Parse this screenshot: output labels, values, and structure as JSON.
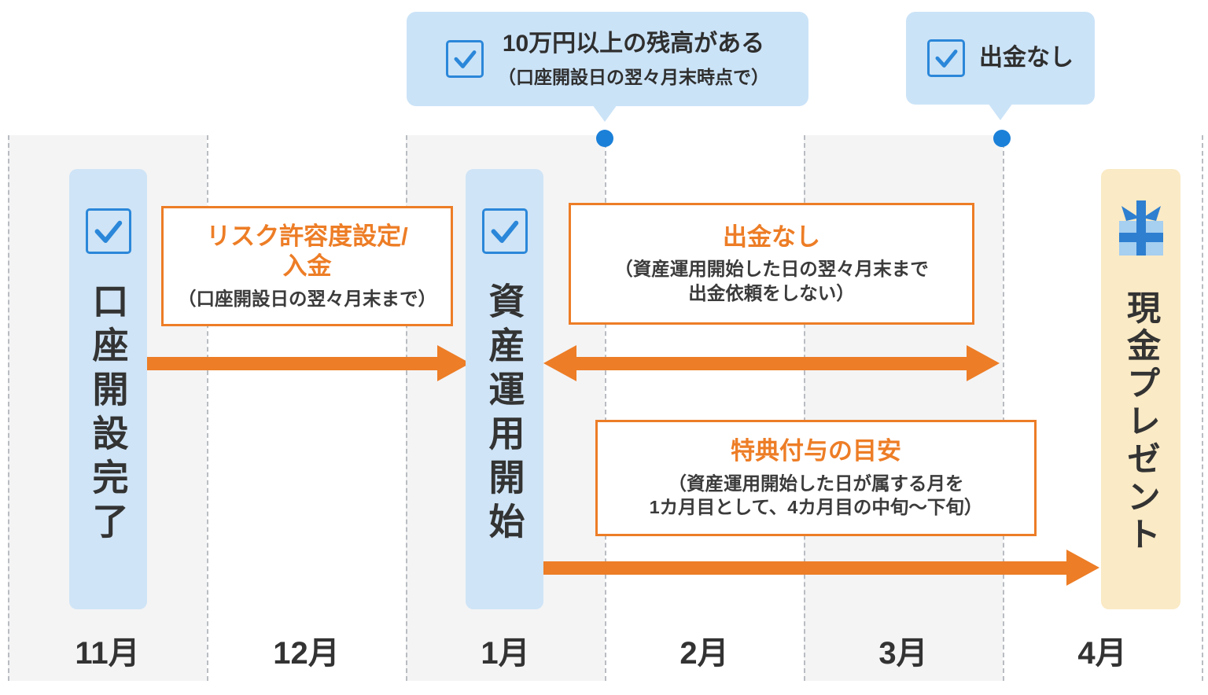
{
  "colors": {
    "accent_orange": "#ed7d26",
    "bubble_blue": "#cbe3f7",
    "pillar_blue": "#cfe4f6",
    "pillar_yellow": "#faeac5",
    "dot_blue": "#1b80d8",
    "checkbox_blue": "#2b87d9",
    "column_gray": "#f4f4f5",
    "text_dark": "#333333"
  },
  "timeline": {
    "months": [
      "11月",
      "12月",
      "1月",
      "2月",
      "3月",
      "4月"
    ]
  },
  "bubbles": [
    {
      "title": "10万円以上の残高がある",
      "subtitle": "（口座開設日の翌々月末時点で）"
    },
    {
      "title": "出金なし"
    }
  ],
  "pillars": [
    {
      "label": "口座開設完了"
    },
    {
      "label": "資産運用開始"
    },
    {
      "label": "現金プレゼント"
    }
  ],
  "callouts": [
    {
      "title_line1": "リスク許容度設定/",
      "title_line2": "入金",
      "subtitle_line1": "（口座開設日の翌々月末まで）",
      "subtitle_line2": ""
    },
    {
      "title_line1": "出金なし",
      "subtitle_line1": "（資産運用開始した日の翌々月末まで",
      "subtitle_line2": "出金依頼をしない）"
    },
    {
      "title_line1": "特典付与の目安",
      "subtitle_line1": "（資産運用開始した日が属する月を",
      "subtitle_line2": "1カ月目として、4カ月目の中旬～下旬）"
    }
  ]
}
